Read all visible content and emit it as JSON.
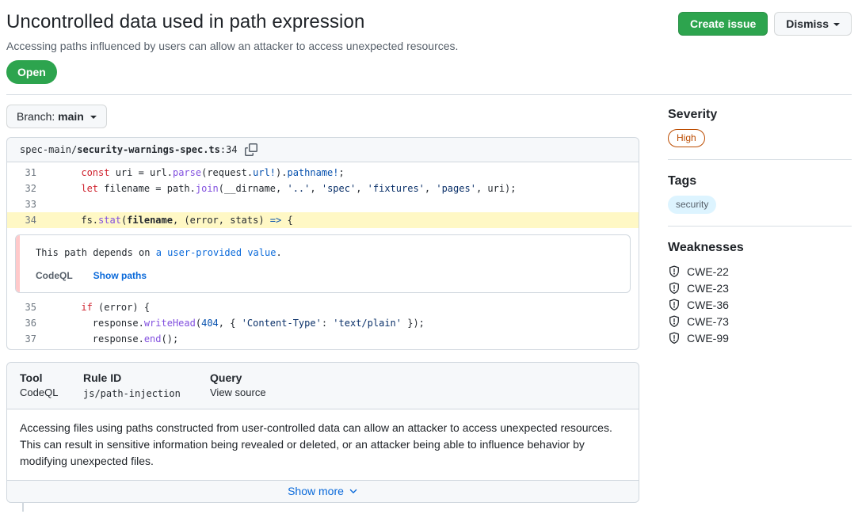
{
  "page": {
    "title": "Uncontrolled data used in path expression",
    "subtitle": "Accessing paths influenced by users can allow an attacker to access unexpected resources.",
    "status": "Open"
  },
  "actions": {
    "create_issue": "Create issue",
    "dismiss": "Dismiss"
  },
  "branch": {
    "label": "Branch: ",
    "name": "main"
  },
  "code_card": {
    "path_prefix": "spec-main/",
    "file_name": "security-warnings-spec.ts",
    "line_suffix": ":34",
    "lines_top": [
      {
        "num": "31",
        "highlight": false,
        "tokens": [
          [
            "t",
            "      "
          ],
          [
            "k",
            "const"
          ],
          [
            "t",
            " uri = url."
          ],
          [
            "f",
            "parse"
          ],
          [
            "t",
            "(request."
          ],
          [
            "c",
            "url!"
          ],
          [
            "t",
            ")."
          ],
          [
            "c",
            "pathname!"
          ],
          [
            "t",
            ";"
          ]
        ]
      },
      {
        "num": "32",
        "highlight": false,
        "tokens": [
          [
            "t",
            "      "
          ],
          [
            "k",
            "let"
          ],
          [
            "t",
            " filename = path."
          ],
          [
            "f",
            "join"
          ],
          [
            "t",
            "(__dirname, "
          ],
          [
            "s",
            "'..'"
          ],
          [
            "t",
            ", "
          ],
          [
            "s",
            "'spec'"
          ],
          [
            "t",
            ", "
          ],
          [
            "s",
            "'fixtures'"
          ],
          [
            "t",
            ", "
          ],
          [
            "s",
            "'pages'"
          ],
          [
            "t",
            ", uri);"
          ]
        ]
      },
      {
        "num": "33",
        "highlight": false,
        "tokens": []
      },
      {
        "num": "34",
        "highlight": true,
        "tokens": [
          [
            "t",
            "      fs."
          ],
          [
            "f",
            "stat"
          ],
          [
            "t",
            "("
          ],
          [
            "b",
            "filename"
          ],
          [
            "t",
            ", (error, stats) "
          ],
          [
            "c",
            "=>"
          ],
          [
            "t",
            " {"
          ]
        ]
      }
    ],
    "annotation": {
      "message_prefix": "This path depends on ",
      "message_link": "a user-provided value",
      "message_suffix": ".",
      "source": "CodeQL",
      "action": "Show paths"
    },
    "lines_bottom": [
      {
        "num": "35",
        "highlight": false,
        "tokens": [
          [
            "t",
            "      "
          ],
          [
            "k",
            "if"
          ],
          [
            "t",
            " (error) {"
          ]
        ]
      },
      {
        "num": "36",
        "highlight": false,
        "tokens": [
          [
            "t",
            "        response."
          ],
          [
            "f",
            "writeHead"
          ],
          [
            "t",
            "("
          ],
          [
            "c",
            "404"
          ],
          [
            "t",
            ", { "
          ],
          [
            "s",
            "'Content-Type'"
          ],
          [
            "t",
            ": "
          ],
          [
            "s",
            "'text/plain'"
          ],
          [
            "t",
            " });"
          ]
        ]
      },
      {
        "num": "37",
        "highlight": false,
        "tokens": [
          [
            "t",
            "        response."
          ],
          [
            "f",
            "end"
          ],
          [
            "t",
            "();"
          ]
        ]
      }
    ]
  },
  "details": {
    "columns": [
      {
        "label": "Tool",
        "value": "CodeQL",
        "style": "plain",
        "interactable": "false"
      },
      {
        "label": "Rule ID",
        "value": "js/path-injection",
        "style": "mono",
        "interactable": "false"
      },
      {
        "label": "Query",
        "value": "View source",
        "style": "plain",
        "interactable": "true"
      }
    ],
    "description": "Accessing files using paths constructed from user-controlled data can allow an attacker to access unexpected resources. This can result in sensitive information being revealed or deleted, or an attacker being able to influence behavior by modifying unexpected files.",
    "show_more": "Show more"
  },
  "sidebar": {
    "severity": {
      "heading": "Severity",
      "value": "High"
    },
    "tags": {
      "heading": "Tags",
      "items": [
        "security"
      ]
    },
    "weaknesses": {
      "heading": "Weaknesses",
      "items": [
        "CWE-22",
        "CWE-23",
        "CWE-36",
        "CWE-73",
        "CWE-99"
      ]
    }
  },
  "colors": {
    "accent_green": "#2da44e",
    "severity_high": "#bc4c00",
    "tag_background": "#ddf4ff",
    "link_blue": "#0969da",
    "line_highlight": "#fff8c5",
    "keyword_red": "#cf222e",
    "function_purple": "#8250df",
    "constant_blue": "#0550ae",
    "string_navy": "#0a3069"
  }
}
